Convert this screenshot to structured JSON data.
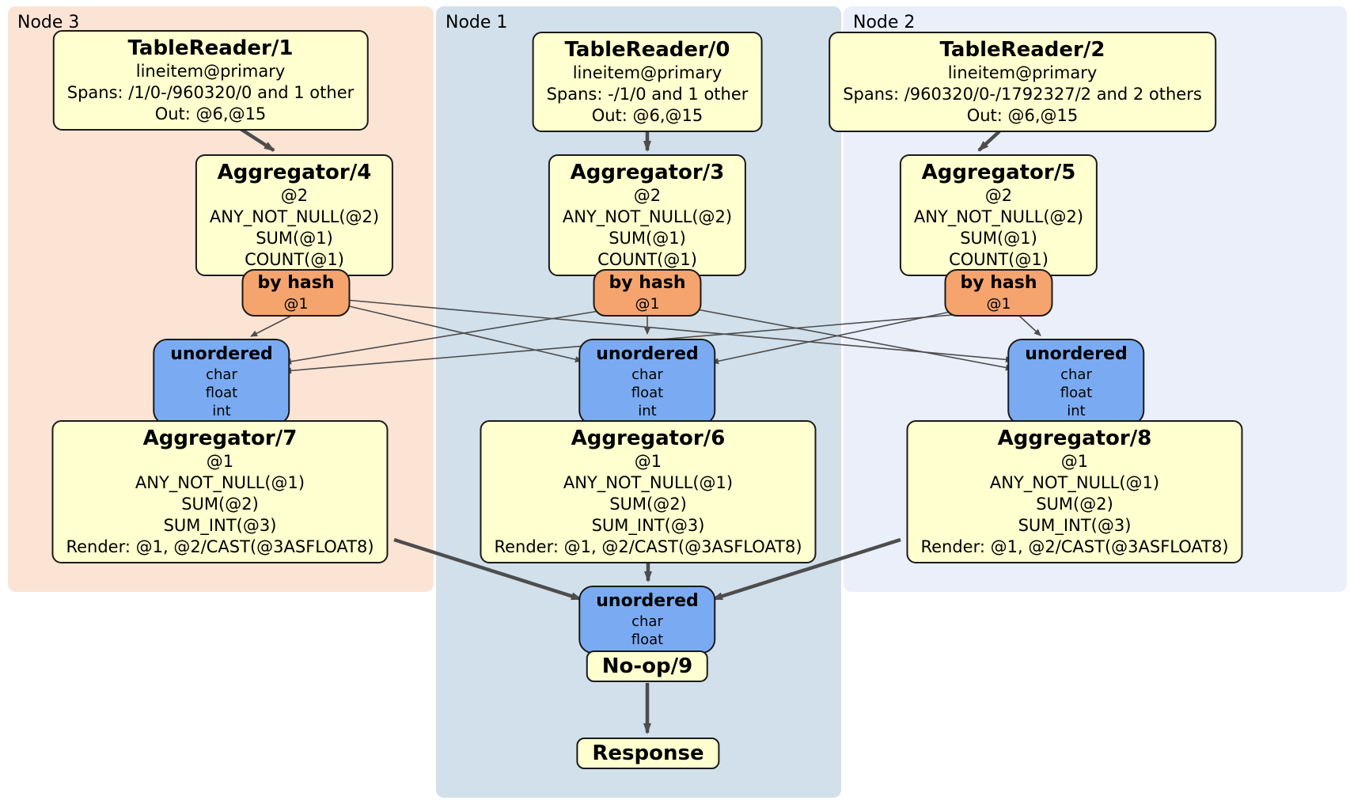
{
  "panels": [
    {
      "label": "Node 3"
    },
    {
      "label": "Node 1"
    },
    {
      "label": "Node 2"
    }
  ],
  "nodes": {
    "tablereader1": {
      "title": "TableReader/1",
      "details": [
        "lineitem@primary",
        "Spans: /1/0-/960320/0 and 1 other",
        "Out: @6,@15"
      ]
    },
    "tablereader0": {
      "title": "TableReader/0",
      "details": [
        "lineitem@primary",
        "Spans: -/1/0 and 1 other",
        "Out: @6,@15"
      ]
    },
    "tablereader2": {
      "title": "TableReader/2",
      "details": [
        "lineitem@primary",
        "Spans: /960320/0-/1792327/2 and 2 others",
        "Out: @6,@15"
      ]
    },
    "aggregator4": {
      "title": "Aggregator/4",
      "details": [
        "@2",
        "ANY_NOT_NULL(@2)",
        "SUM(@1)",
        "COUNT(@1)"
      ]
    },
    "aggregator3": {
      "title": "Aggregator/3",
      "details": [
        "@2",
        "ANY_NOT_NULL(@2)",
        "SUM(@1)",
        "COUNT(@1)"
      ]
    },
    "aggregator5": {
      "title": "Aggregator/5",
      "details": [
        "@2",
        "ANY_NOT_NULL(@2)",
        "SUM(@1)",
        "COUNT(@1)"
      ]
    },
    "byhash_node3": {
      "title": "by hash",
      "details": [
        "@1"
      ]
    },
    "byhash_node1": {
      "title": "by hash",
      "details": [
        "@1"
      ]
    },
    "byhash_node2": {
      "title": "by hash",
      "details": [
        "@1"
      ]
    },
    "unordered_node3": {
      "title": "unordered",
      "details": [
        "char",
        "float",
        "int"
      ]
    },
    "unordered_node1": {
      "title": "unordered",
      "details": [
        "char",
        "float",
        "int"
      ]
    },
    "unordered_node2": {
      "title": "unordered",
      "details": [
        "char",
        "float",
        "int"
      ]
    },
    "aggregator7": {
      "title": "Aggregator/7",
      "details": [
        "@1",
        "ANY_NOT_NULL(@1)",
        "SUM(@2)",
        "SUM_INT(@3)",
        "Render: @1, @2/CAST(@3ASFLOAT8)"
      ]
    },
    "aggregator6": {
      "title": "Aggregator/6",
      "details": [
        "@1",
        "ANY_NOT_NULL(@1)",
        "SUM(@2)",
        "SUM_INT(@3)",
        "Render: @1, @2/CAST(@3ASFLOAT8)"
      ]
    },
    "aggregator8": {
      "title": "Aggregator/8",
      "details": [
        "@1",
        "ANY_NOT_NULL(@1)",
        "SUM(@2)",
        "SUM_INT(@3)",
        "Render: @1, @2/CAST(@3ASFLOAT8)"
      ]
    },
    "unordered_merge": {
      "title": "unordered",
      "details": [
        "char",
        "float"
      ]
    },
    "noop": {
      "title": "No-op/9"
    },
    "response": {
      "title": "Response"
    }
  },
  "edges": [
    {
      "from": "TableReader/1",
      "to": "Aggregator/4",
      "style": "thick"
    },
    {
      "from": "TableReader/0",
      "to": "Aggregator/3",
      "style": "thick"
    },
    {
      "from": "TableReader/2",
      "to": "Aggregator/5",
      "style": "thick"
    },
    {
      "from": "by hash (Node 3)",
      "to": "unordered (Node 3)",
      "style": "thin"
    },
    {
      "from": "by hash (Node 3)",
      "to": "unordered (Node 1)",
      "style": "thin"
    },
    {
      "from": "by hash (Node 3)",
      "to": "unordered (Node 2)",
      "style": "thin"
    },
    {
      "from": "by hash (Node 1)",
      "to": "unordered (Node 3)",
      "style": "thin"
    },
    {
      "from": "by hash (Node 1)",
      "to": "unordered (Node 1)",
      "style": "thin"
    },
    {
      "from": "by hash (Node 1)",
      "to": "unordered (Node 2)",
      "style": "thin"
    },
    {
      "from": "by hash (Node 2)",
      "to": "unordered (Node 3)",
      "style": "thin"
    },
    {
      "from": "by hash (Node 2)",
      "to": "unordered (Node 1)",
      "style": "thin"
    },
    {
      "from": "by hash (Node 2)",
      "to": "unordered (Node 2)",
      "style": "thin"
    },
    {
      "from": "Aggregator/7",
      "to": "unordered (merge)",
      "style": "thick"
    },
    {
      "from": "Aggregator/6",
      "to": "unordered (merge)",
      "style": "thick"
    },
    {
      "from": "Aggregator/8",
      "to": "unordered (merge)",
      "style": "thick"
    },
    {
      "from": "No-op/9",
      "to": "Response",
      "style": "thick"
    }
  ],
  "colors": {
    "panel_node3": "#fce4d5",
    "panel_node1": "#d2e0eb",
    "panel_node2": "#eaeffa",
    "box_yellow": "#ffffd0",
    "box_orange": "#f5a46e",
    "box_blue": "#7aabf2",
    "box_border": "#1a1a1a",
    "edge": "#4d4d4d"
  }
}
